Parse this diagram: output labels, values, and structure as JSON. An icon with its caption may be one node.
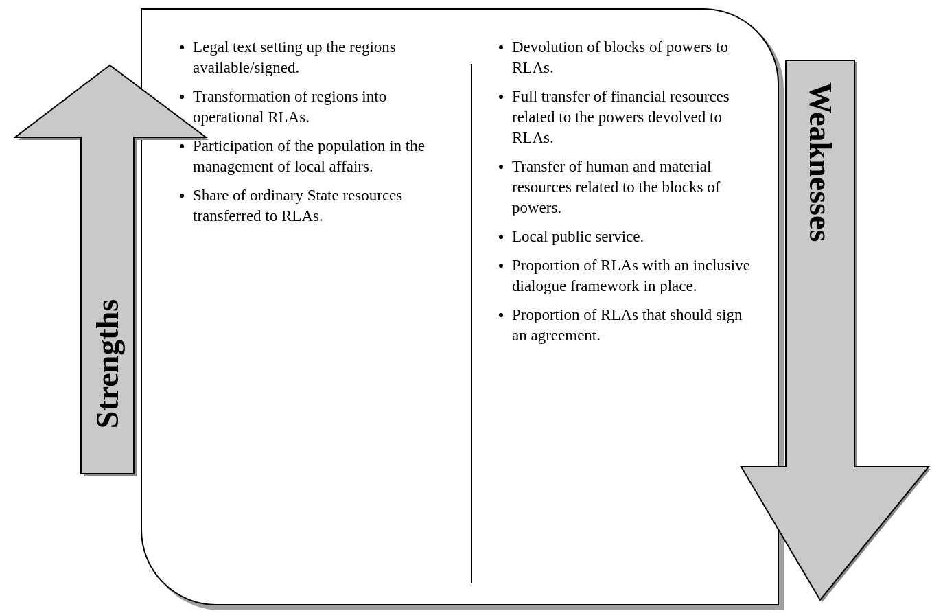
{
  "diagram": {
    "nodes": [
      {
        "text": [
          "Legal text setting up the regions available/signed.",
          "Transformation of regions into operational RLAs.",
          "Participation of the population in the management of local affairs.",
          "Share of ordinary State resources transferred to RLAs.",
          "Devolution of blocks of powers to RLAs.",
          "Full transfer of financial resources related to the powers devolved to RLAs.",
          "Transfer of human and material resources related to the blocks of powers.",
          "Local public service.",
          "Proportion of RLAs with an inclusive dialogue framework in place.",
          "Proportion of RLAs that should sign an agreement."
        ]
      },
      {
        "text": [
          "Strengths"
        ]
      },
      {
        "text": [
          "Weaknesses"
        ]
      }
    ]
  }
}
